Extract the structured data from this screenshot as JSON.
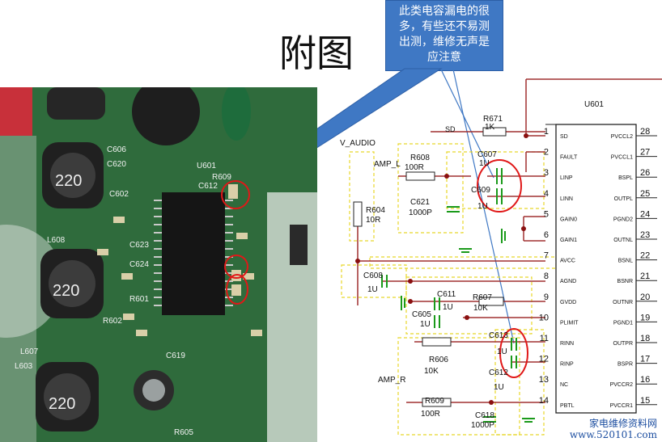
{
  "title": "附图",
  "callout": {
    "lines": [
      "此类电容漏电的很",
      "多，有些还不易测",
      "出测，维修无声是",
      "应注意"
    ]
  },
  "photo": {
    "labels": [
      "220",
      "220",
      "220",
      "C606",
      "C620",
      "C612",
      "C602",
      "C623",
      "C624",
      "C619",
      "R602",
      "R601",
      "L607",
      "L603",
      "U601",
      "R609",
      "L608",
      "R605"
    ]
  },
  "schematic": {
    "chip": "U601",
    "left_pins": [
      {
        "n": "1",
        "name": "SD"
      },
      {
        "n": "2",
        "name": "FAULT"
      },
      {
        "n": "3",
        "name": "LINP"
      },
      {
        "n": "4",
        "name": "LINN"
      },
      {
        "n": "5",
        "name": "GAIN0"
      },
      {
        "n": "6",
        "name": "GAIN1"
      },
      {
        "n": "7",
        "name": "AVCC"
      },
      {
        "n": "8",
        "name": "AGND"
      },
      {
        "n": "9",
        "name": "GVDD"
      },
      {
        "n": "10",
        "name": "PLIMIT"
      },
      {
        "n": "11",
        "name": "RINN"
      },
      {
        "n": "12",
        "name": "RINP"
      },
      {
        "n": "13",
        "name": "NC"
      },
      {
        "n": "14",
        "name": "PBTL"
      }
    ],
    "right_pins": [
      {
        "n": "28",
        "name": "PVCCL2"
      },
      {
        "n": "27",
        "name": "PVCCL1"
      },
      {
        "n": "26",
        "name": "BSPL"
      },
      {
        "n": "25",
        "name": "OUTPL"
      },
      {
        "n": "24",
        "name": "PGND2"
      },
      {
        "n": "23",
        "name": "OUTNL"
      },
      {
        "n": "22",
        "name": "BSNL"
      },
      {
        "n": "21",
        "name": "BSNR"
      },
      {
        "n": "20",
        "name": "OUTNR"
      },
      {
        "n": "19",
        "name": "PGND1"
      },
      {
        "n": "18",
        "name": "OUTPR"
      },
      {
        "n": "17",
        "name": "BSPR"
      },
      {
        "n": "16",
        "name": "PVCCR2"
      },
      {
        "n": "15",
        "name": "PVCCR1"
      }
    ],
    "parts": {
      "r671": "R671",
      "r671v": "1K",
      "sd": "SD",
      "vaudio": "V_AUDIO",
      "ampl": "AMP_L",
      "ampr": "AMP_R",
      "r608": "R608",
      "r608v": "100R",
      "c607": "C607",
      "c607v": "1U",
      "c609": "C609",
      "c609v": "1U",
      "c621": "C621",
      "c621v": "1000P",
      "r604": "R604",
      "r604v": "10R",
      "c608": "C608",
      "c608v": "1U",
      "c611": "C611",
      "c611v": "1U",
      "r607": "R607",
      "r607v": "10K",
      "c605": "C605",
      "c605v": "1U",
      "c613": "C613",
      "c612": "C612",
      "c612v": "1U",
      "c613v": "1U",
      "r606": "R606",
      "r606v": "10K",
      "r609": "R609",
      "r609v": "100R",
      "c618": "C618",
      "c618v": "1000P"
    }
  },
  "watermark": {
    "line1": "家电维修资料网",
    "line2": "www.520101.com"
  }
}
